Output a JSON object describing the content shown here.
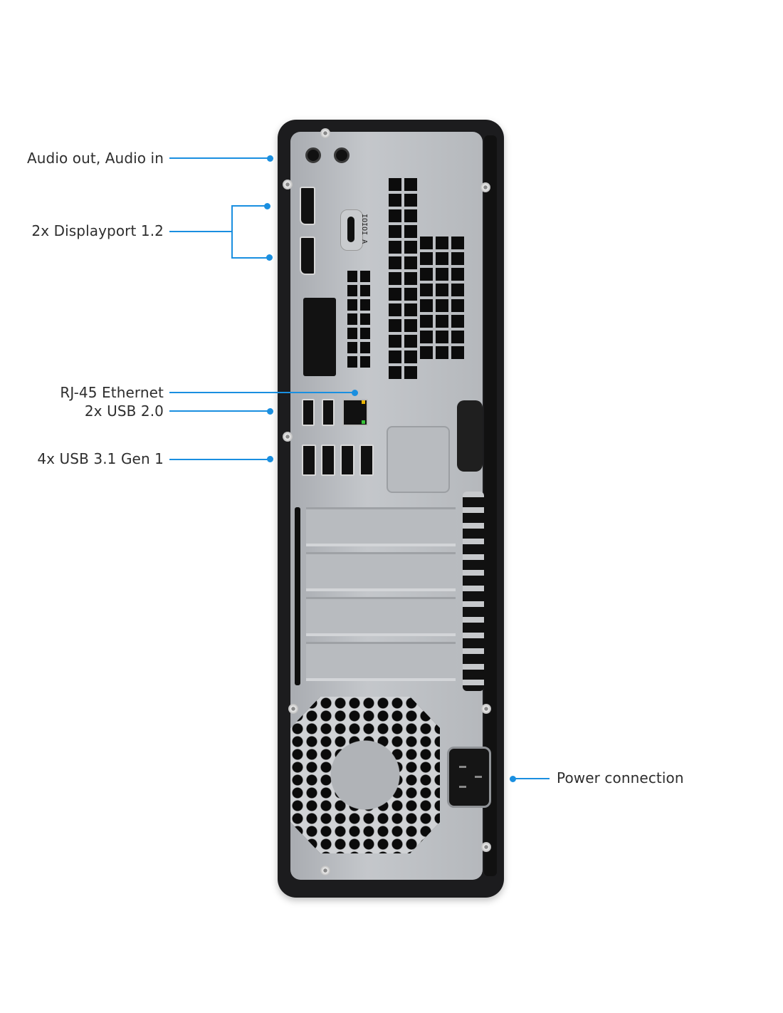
{
  "figure": {
    "subject": "Desktop PC rear panel (small form factor)",
    "accent_color": "#1a8fe0",
    "text_color": "#2e2e2e"
  },
  "callouts": [
    {
      "id": "audio",
      "label": "Audio out, Audio in"
    },
    {
      "id": "displayport",
      "label": "2x Displayport 1.2"
    },
    {
      "id": "ethernet",
      "label": "RJ-45 Ethernet"
    },
    {
      "id": "usb2",
      "label": "2x USB 2.0"
    },
    {
      "id": "usb3",
      "label": "4x USB 3.1 Gen 1"
    },
    {
      "id": "power",
      "label": "Power connection"
    }
  ],
  "panel_markings": {
    "serial_port_text": "IOIOI A"
  }
}
